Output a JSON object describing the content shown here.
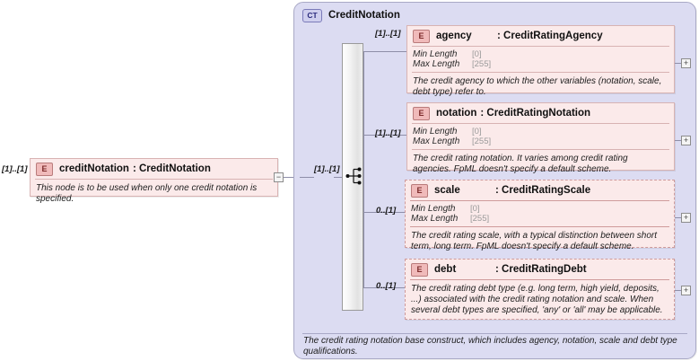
{
  "root": {
    "cardinality": "[1]..[1]",
    "icon": "element-icon",
    "icon_label": "E",
    "name": "creditNotation",
    "separator": ":",
    "type": "CreditNotation",
    "documentation": "This node is to be used when only one credit notation is specified.",
    "toggle": "−"
  },
  "complex_type": {
    "icon_label": "CT",
    "title": "CreditNotation",
    "cardinality": "[1]..[1]",
    "documentation": "The credit rating notation base construct, which includes agency, notation, scale and debt type qualifications."
  },
  "compositor": {
    "kind": "sequence"
  },
  "facet_labels": {
    "min_length": "Min Length",
    "max_length": "Max Length"
  },
  "toggles": {
    "expand": "+",
    "collapse": "−"
  },
  "elements": [
    {
      "cardinality": "[1]..[1]",
      "icon_label": "E",
      "name": "agency",
      "separator": ":",
      "type": "CreditRatingAgency",
      "required": true,
      "min_length": "[0]",
      "max_length": "[255]",
      "documentation": "The credit agency to which the other variables (notation, scale, debt type) refer to."
    },
    {
      "cardinality": "[1]..[1]",
      "icon_label": "E",
      "name": "notation",
      "separator": ":",
      "type": "CreditRatingNotation",
      "required": true,
      "min_length": "[0]",
      "max_length": "[255]",
      "documentation": "The credit rating notation. It varies among credit rating agencies. FpML doesn't specify a default scheme."
    },
    {
      "cardinality": "0..[1]",
      "icon_label": "E",
      "name": "scale",
      "separator": ":",
      "type": "CreditRatingScale",
      "required": false,
      "min_length": "[0]",
      "max_length": "[255]",
      "documentation": "The credit rating scale, with a typical distinction between short term, long term. FpML doesn't specify a default scheme."
    },
    {
      "cardinality": "0..[1]",
      "icon_label": "E",
      "name": "debt",
      "separator": ":",
      "type": "CreditRatingDebt",
      "required": false,
      "min_length": null,
      "max_length": null,
      "documentation": "The credit rating debt type (e.g. long term, high yield, deposits, ...) associated with the credit rating notation and scale. When several debt types are specified, 'any' or 'all' may be applicable."
    }
  ],
  "colors": {
    "element_fill": "#fbeaea",
    "element_border": "#d8b3b3",
    "complextype_fill": "#dcdcf2",
    "complextype_border": "#a9a9c6",
    "icon_fill": "#f0baba"
  }
}
